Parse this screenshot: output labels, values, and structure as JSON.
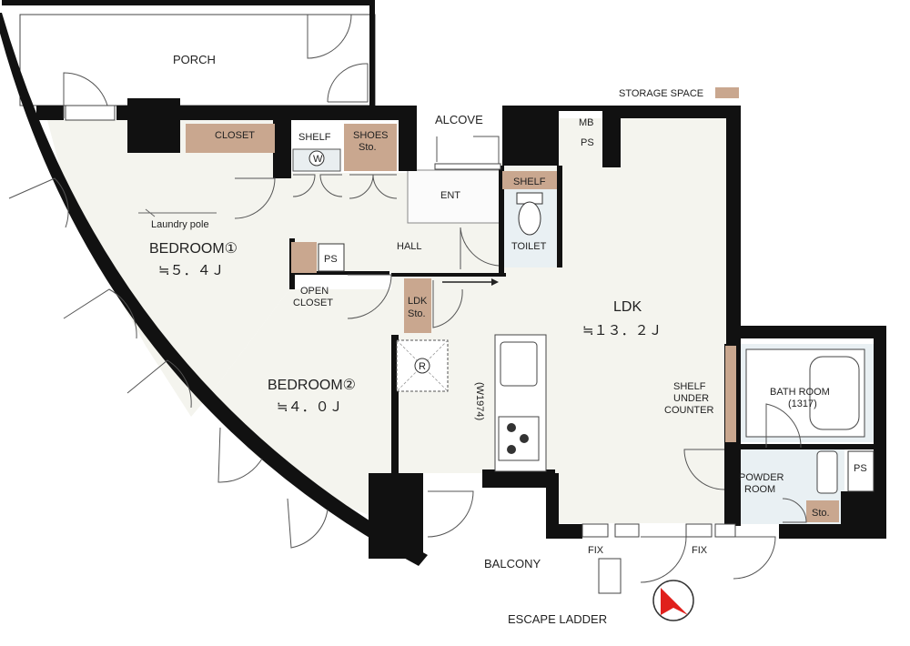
{
  "legend": {
    "label": "STORAGE SPACE",
    "color": "#c9a78f"
  },
  "rooms": {
    "porch": "PORCH",
    "closet": "CLOSET",
    "shelf_w": "SHELF",
    "washer_symbol": "W",
    "shoes_line1": "SHOES",
    "shoes_line2": "Sto.",
    "alcove": "ALCOVE",
    "mb": "MB",
    "ps_top": "PS",
    "ent": "ENT",
    "shelf_toilet": "SHELF",
    "toilet": "TOILET",
    "hall": "HALL",
    "laundry_pole": "Laundry pole",
    "bedroom1": "BEDROOM①",
    "bedroom1_size": "≒５．４Ｊ",
    "ps_mid": "PS",
    "open_closet_line1": "OPEN",
    "open_closet_line2": "CLOSET",
    "ldk_sto_line1": "LDK",
    "ldk_sto_line2": "Sto.",
    "ldk": "LDK",
    "ldk_size": "≒１３．２Ｊ",
    "bedroom2": "BEDROOM②",
    "bedroom2_size": "≒４．０Ｊ",
    "fridge_symbol": "R",
    "kitchen_width": "(W1974)",
    "shelf_under_counter_line1": "SHELF",
    "shelf_under_counter_line2": "UNDER",
    "shelf_under_counter_line3": "COUNTER",
    "bath_room": "BATH ROOM",
    "bath_size": "(1317)",
    "ps_right": "PS",
    "powder_line1": "POWDER",
    "powder_line2": "ROOM",
    "sto_small": "Sto.",
    "balcony": "BALCONY",
    "fix_left": "FIX",
    "fix_right": "FIX",
    "escape_ladder": "ESCAPE LADDER"
  },
  "colors": {
    "wall": "#111111",
    "floor": "#f4f4ee",
    "wet_area": "#e9f0f3",
    "storage": "#c9a78f",
    "compass": "#e0201c"
  },
  "icons": [
    "compass-icon",
    "washer-icon",
    "fridge-icon",
    "stove-icon",
    "sink-icon",
    "toilet-icon",
    "bathtub-icon",
    "basin-icon",
    "arrow-icon"
  ]
}
